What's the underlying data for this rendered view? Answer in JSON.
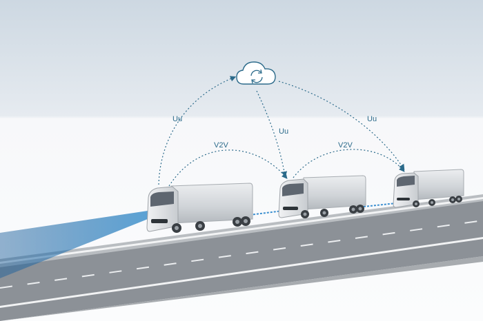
{
  "labels": {
    "uu_left": "Uu",
    "uu_middle": "Uu",
    "uu_right": "Uu",
    "v2v_left": "V2V",
    "v2v_right": "V2V"
  },
  "icons": {
    "cloud": "cloud-sync-icon"
  },
  "colors": {
    "link_line": "#2b6a8a",
    "sensor_beam": "#1f6fb0",
    "road": "#8a8f95",
    "truck_body": "#d9dde1"
  }
}
